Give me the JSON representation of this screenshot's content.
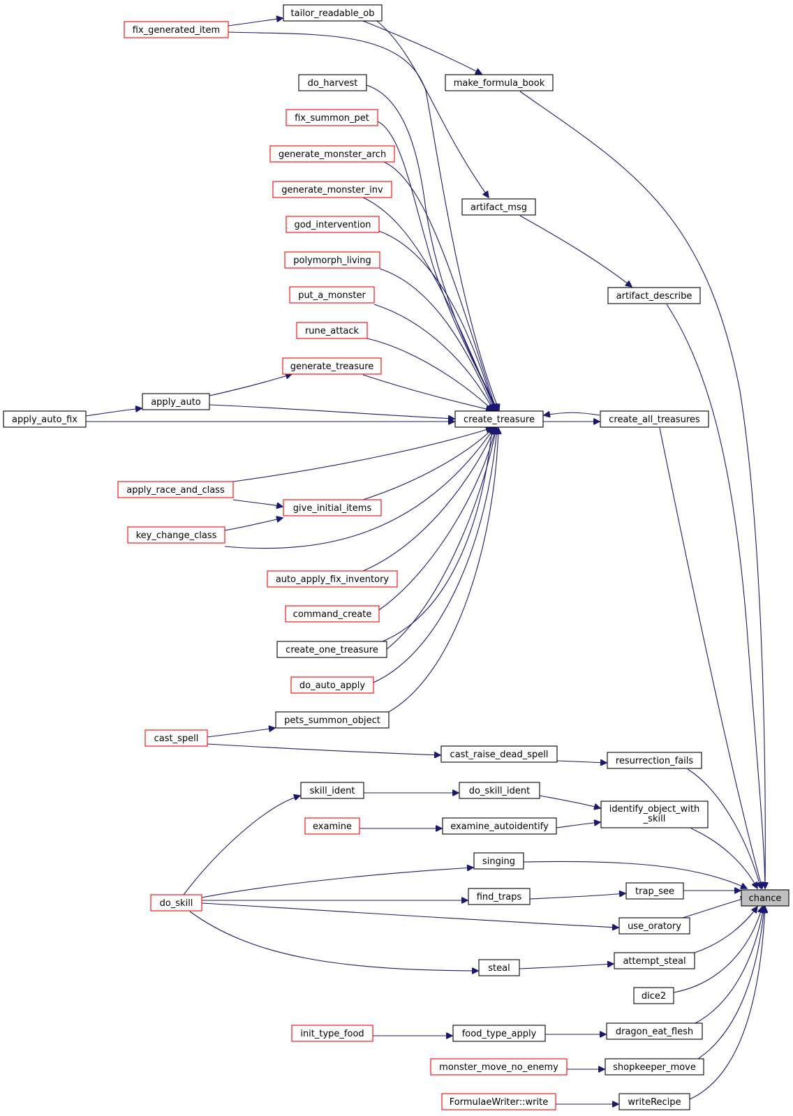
{
  "colors": {
    "edge": "#191970",
    "node_border_documented": "#000000",
    "node_border_undocumented": "#ff0000",
    "highlight_fill": "#bfbfbf"
  },
  "nodes": {
    "chance": {
      "label": "chance",
      "style": "target"
    },
    "make_formula_book": {
      "label": "make_formula_book",
      "style": "black"
    },
    "artifact_describe": {
      "label": "artifact_describe",
      "style": "black"
    },
    "create_all_treasures": {
      "label": "create_all_treasures",
      "style": "black"
    },
    "resurrection_fails": {
      "label": "resurrection_fails",
      "style": "black"
    },
    "identify_object_with_skill": {
      "label": "identify_object_with_skill",
      "lines": [
        "identify_object_with",
        "_skill"
      ],
      "style": "black"
    },
    "trap_see": {
      "label": "trap_see",
      "style": "black"
    },
    "use_oratory": {
      "label": "use_oratory",
      "style": "black"
    },
    "attempt_steal": {
      "label": "attempt_steal",
      "style": "black"
    },
    "dice2": {
      "label": "dice2",
      "style": "black"
    },
    "dragon_eat_flesh": {
      "label": "dragon_eat_flesh",
      "style": "black"
    },
    "shopkeeper_move": {
      "label": "shopkeeper_move",
      "style": "black"
    },
    "writeRecipe": {
      "label": "writeRecipe",
      "style": "black"
    },
    "tailor_readable_ob": {
      "label": "tailor_readable_ob",
      "style": "black"
    },
    "artifact_msg": {
      "label": "artifact_msg",
      "style": "black"
    },
    "create_treasure": {
      "label": "create_treasure",
      "style": "black"
    },
    "cast_raise_dead_spell": {
      "label": "cast_raise_dead_spell",
      "style": "black"
    },
    "do_skill_ident": {
      "label": "do_skill_ident",
      "style": "black"
    },
    "examine_autoidentify": {
      "label": "examine_autoidentify",
      "style": "black"
    },
    "singing": {
      "label": "singing",
      "style": "black"
    },
    "find_traps": {
      "label": "find_traps",
      "style": "black"
    },
    "steal": {
      "label": "steal",
      "style": "black"
    },
    "food_type_apply": {
      "label": "food_type_apply",
      "style": "black"
    },
    "monster_move_no_enemy": {
      "label": "monster_move_no_enemy",
      "style": "red"
    },
    "FormulaeWriter_write": {
      "label": "FormulaeWriter::write",
      "style": "red"
    },
    "fix_generated_item": {
      "label": "fix_generated_item",
      "style": "red"
    },
    "do_harvest": {
      "label": "do_harvest",
      "style": "black"
    },
    "fix_summon_pet": {
      "label": "fix_summon_pet",
      "style": "red"
    },
    "generate_monster_arch": {
      "label": "generate_monster_arch",
      "style": "red"
    },
    "generate_monster_inv": {
      "label": "generate_monster_inv",
      "style": "red"
    },
    "god_intervention": {
      "label": "god_intervention",
      "style": "red"
    },
    "polymorph_living": {
      "label": "polymorph_living",
      "style": "red"
    },
    "put_a_monster": {
      "label": "put_a_monster",
      "style": "red"
    },
    "rune_attack": {
      "label": "rune_attack",
      "style": "red"
    },
    "generate_treasure": {
      "label": "generate_treasure",
      "style": "red"
    },
    "apply_auto": {
      "label": "apply_auto",
      "style": "black"
    },
    "apply_auto_fix": {
      "label": "apply_auto_fix",
      "style": "black"
    },
    "apply_race_and_class": {
      "label": "apply_race_and_class",
      "style": "red"
    },
    "give_initial_items": {
      "label": "give_initial_items",
      "style": "red"
    },
    "key_change_class": {
      "label": "key_change_class",
      "style": "red"
    },
    "auto_apply_fix_inventory": {
      "label": "auto_apply_fix_inventory",
      "style": "red"
    },
    "command_create": {
      "label": "command_create",
      "style": "red"
    },
    "create_one_treasure": {
      "label": "create_one_treasure",
      "style": "black"
    },
    "do_auto_apply": {
      "label": "do_auto_apply",
      "style": "red"
    },
    "pets_summon_object": {
      "label": "pets_summon_object",
      "style": "black"
    },
    "cast_spell": {
      "label": "cast_spell",
      "style": "red"
    },
    "skill_ident": {
      "label": "skill_ident",
      "style": "black"
    },
    "examine": {
      "label": "examine",
      "style": "red"
    },
    "do_skill": {
      "label": "do_skill",
      "style": "red"
    },
    "init_type_food": {
      "label": "init_type_food",
      "style": "red"
    }
  },
  "edges": [
    [
      "make_formula_book",
      "chance"
    ],
    [
      "artifact_describe",
      "chance"
    ],
    [
      "create_all_treasures",
      "chance"
    ],
    [
      "resurrection_fails",
      "chance"
    ],
    [
      "identify_object_with_skill",
      "chance"
    ],
    [
      "trap_see",
      "chance"
    ],
    [
      "use_oratory",
      "chance"
    ],
    [
      "attempt_steal",
      "chance"
    ],
    [
      "dice2",
      "chance"
    ],
    [
      "dragon_eat_flesh",
      "chance"
    ],
    [
      "shopkeeper_move",
      "chance"
    ],
    [
      "writeRecipe",
      "chance"
    ],
    [
      "singing",
      "chance"
    ],
    [
      "tailor_readable_ob",
      "make_formula_book"
    ],
    [
      "fix_generated_item",
      "tailor_readable_ob"
    ],
    [
      "tailor_readable_ob",
      "artifact_msg"
    ],
    [
      "artifact_msg",
      "artifact_describe"
    ],
    [
      "create_treasure",
      "create_all_treasures"
    ],
    [
      "create_all_treasures",
      "create_treasure"
    ],
    [
      "fix_generated_item",
      "create_treasure"
    ],
    [
      "do_harvest",
      "create_treasure"
    ],
    [
      "fix_summon_pet",
      "create_treasure"
    ],
    [
      "generate_monster_arch",
      "create_treasure"
    ],
    [
      "generate_monster_inv",
      "create_treasure"
    ],
    [
      "god_intervention",
      "create_treasure"
    ],
    [
      "polymorph_living",
      "create_treasure"
    ],
    [
      "put_a_monster",
      "create_treasure"
    ],
    [
      "rune_attack",
      "create_treasure"
    ],
    [
      "generate_treasure",
      "create_treasure"
    ],
    [
      "apply_auto",
      "create_treasure"
    ],
    [
      "apply_auto_fix",
      "create_treasure"
    ],
    [
      "apply_auto",
      "generate_treasure"
    ],
    [
      "apply_auto_fix",
      "apply_auto"
    ],
    [
      "apply_race_and_class",
      "create_treasure"
    ],
    [
      "give_initial_items",
      "create_treasure"
    ],
    [
      "apply_race_and_class",
      "give_initial_items"
    ],
    [
      "key_change_class",
      "give_initial_items"
    ],
    [
      "key_change_class",
      "create_treasure"
    ],
    [
      "auto_apply_fix_inventory",
      "create_treasure"
    ],
    [
      "command_create",
      "create_treasure"
    ],
    [
      "create_one_treasure",
      "create_treasure"
    ],
    [
      "create_treasure",
      "create_one_treasure"
    ],
    [
      "do_auto_apply",
      "create_treasure"
    ],
    [
      "pets_summon_object",
      "create_treasure"
    ],
    [
      "cast_spell",
      "pets_summon_object"
    ],
    [
      "cast_spell",
      "cast_raise_dead_spell"
    ],
    [
      "cast_raise_dead_spell",
      "resurrection_fails"
    ],
    [
      "do_skill_ident",
      "identify_object_with_skill"
    ],
    [
      "examine_autoidentify",
      "identify_object_with_skill"
    ],
    [
      "skill_ident",
      "do_skill_ident"
    ],
    [
      "examine",
      "examine_autoidentify"
    ],
    [
      "do_skill",
      "skill_ident"
    ],
    [
      "do_skill",
      "singing"
    ],
    [
      "do_skill",
      "find_traps"
    ],
    [
      "do_skill",
      "use_oratory"
    ],
    [
      "do_skill",
      "steal"
    ],
    [
      "find_traps",
      "trap_see"
    ],
    [
      "steal",
      "attempt_steal"
    ],
    [
      "food_type_apply",
      "dragon_eat_flesh"
    ],
    [
      "init_type_food",
      "food_type_apply"
    ],
    [
      "monster_move_no_enemy",
      "shopkeeper_move"
    ],
    [
      "FormulaeWriter_write",
      "writeRecipe"
    ]
  ]
}
